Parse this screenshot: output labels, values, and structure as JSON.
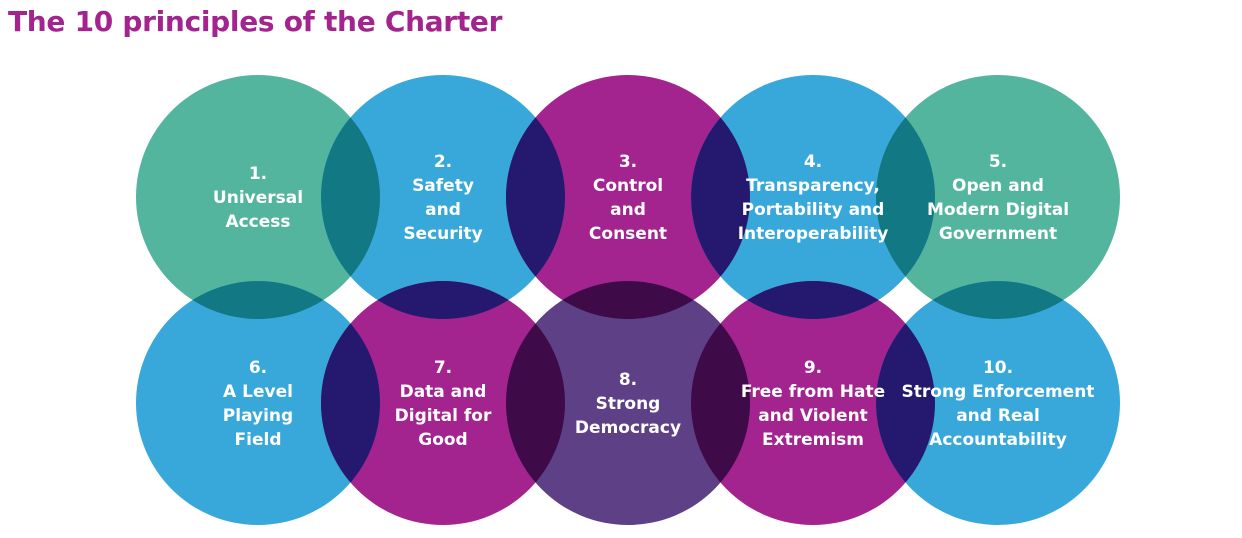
{
  "title": "The 10 principles of the Charter",
  "colors": {
    "title": "#a3238f",
    "white": "#ffffff",
    "green": "#54b59e",
    "blue": "#38a8db",
    "magenta": "#a3238f",
    "dark_overlap": "#24196f",
    "teal_overlap": "#117884",
    "plum_overlap": "#3e0a48",
    "purple": "#5e4086"
  },
  "principles": [
    {
      "number": "1.",
      "lines": [
        "Universal",
        "Access"
      ],
      "color": "#54b59e"
    },
    {
      "number": "2.",
      "lines": [
        "Safety",
        "and",
        "Security"
      ],
      "color": "#38a8db"
    },
    {
      "number": "3.",
      "lines": [
        "Control",
        "and",
        "Consent"
      ],
      "color": "#a3238f"
    },
    {
      "number": "4.",
      "lines": [
        "Transparency,",
        "Portability and",
        "Interoperability"
      ],
      "color": "#38a8db"
    },
    {
      "number": "5.",
      "lines": [
        "Open and",
        "Modern Digital",
        "Government"
      ],
      "color": "#54b59e"
    },
    {
      "number": "6.",
      "lines": [
        "A Level",
        "Playing",
        "Field"
      ],
      "color": "#38a8db"
    },
    {
      "number": "7.",
      "lines": [
        "Data and",
        "Digital for",
        "Good"
      ],
      "color": "#a3238f"
    },
    {
      "number": "8.",
      "lines": [
        "Strong",
        "Democracy"
      ],
      "color": "#5e4086"
    },
    {
      "number": "9.",
      "lines": [
        "Free from Hate",
        "and Violent",
        "Extremism"
      ],
      "color": "#a3238f"
    },
    {
      "number": "10.",
      "lines": [
        "Strong Enforcement",
        "and Real",
        "Accountability"
      ],
      "color": "#38a8db"
    }
  ]
}
